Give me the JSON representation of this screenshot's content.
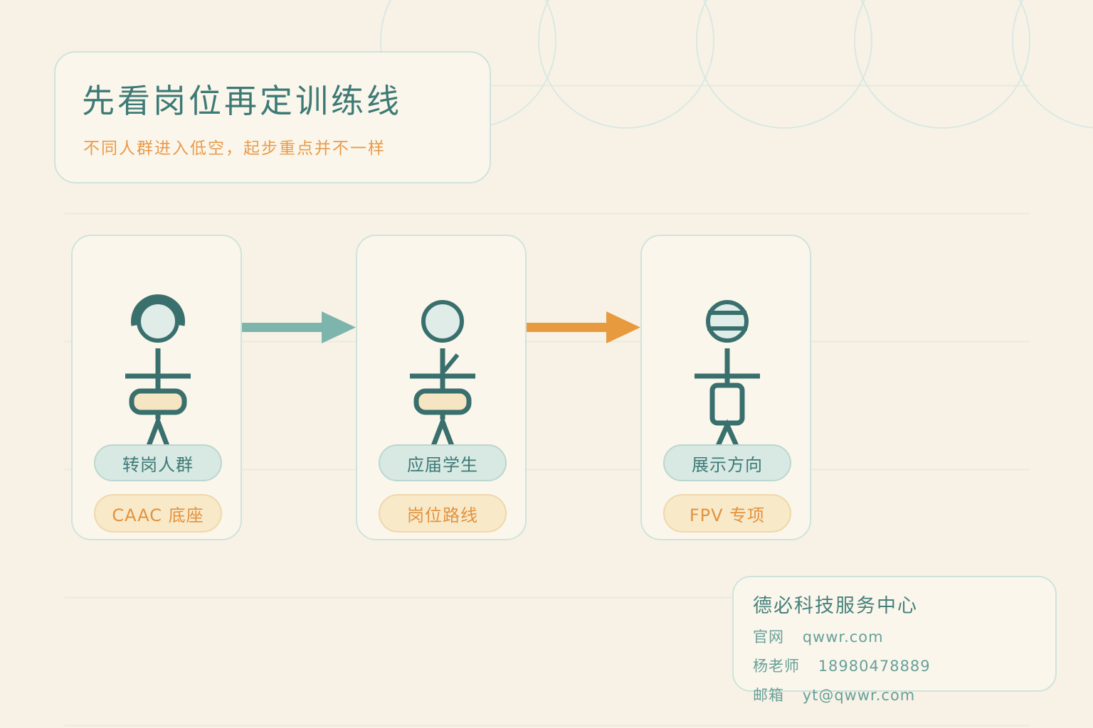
{
  "page": {
    "background": "#f8f2e6",
    "panel_background": "#fbf6eb",
    "panel_border": "#cfe3dd"
  },
  "header": {
    "title": "先看岗位再定训练线",
    "subtitle": "不同人群进入低空，起步重点并不一样"
  },
  "flow": {
    "cards": [
      {
        "figure_icon": "person-helmet",
        "audience": "转岗人群",
        "track": "CAAC 底座"
      },
      {
        "figure_icon": "person-graduate",
        "audience": "应届学生",
        "track": "岗位路线"
      },
      {
        "figure_icon": "person-goggles",
        "audience": "展示方向",
        "track": "FPV 专项"
      }
    ],
    "arrows": [
      {
        "name": "arrow-1",
        "color": "#7db4ac"
      },
      {
        "name": "arrow-2",
        "color": "#e79a3e"
      }
    ]
  },
  "contact": {
    "company": "德必科技服务中心",
    "rows": [
      {
        "label": "官网",
        "value": "qwwr.com"
      },
      {
        "label": "杨老师",
        "value": "18980478889"
      },
      {
        "label": "邮箱",
        "value": "yt@qwwr.com"
      }
    ]
  },
  "colors": {
    "teal_text": "#3d7a76",
    "orange_text": "#e3923d",
    "figure_stroke": "#39706d",
    "head_fill": "#dfece8",
    "torso_fill": "#f6e5c3",
    "arrow_teal": "#7db4ac",
    "arrow_orange": "#e79a3e",
    "badge_teal_bg": "#d8e8e2",
    "badge_orange_bg": "#f8e9c9",
    "decor_line": "#e7eadf",
    "decor_arc": "#d9e8e3"
  }
}
